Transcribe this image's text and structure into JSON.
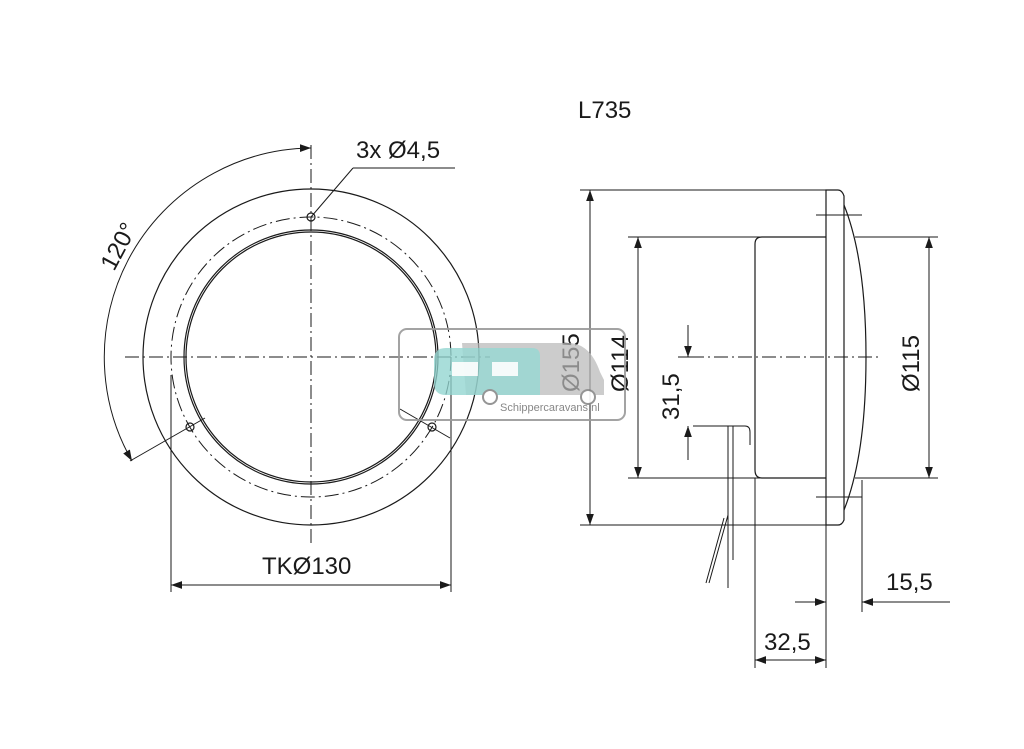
{
  "title": "L735",
  "front_view": {
    "hole_callout": "3x Ø4,5",
    "angle_label": "120°",
    "bolt_circle_label": "TKØ130"
  },
  "side_view": {
    "outer_diameter_label": "Ø155",
    "body_diameter_label": "Ø114",
    "lens_diameter_label": "Ø115",
    "cable_offset_label": "31,5",
    "lens_depth_label": "15,5",
    "body_depth_label": "32,5"
  },
  "watermark": {
    "text": "Schippercaravans.nl",
    "accent_color": "#8fd3cf",
    "secondary_color": "#b8b8b8"
  },
  "colors": {
    "line": "#1a1a1a",
    "background": "#ffffff"
  }
}
